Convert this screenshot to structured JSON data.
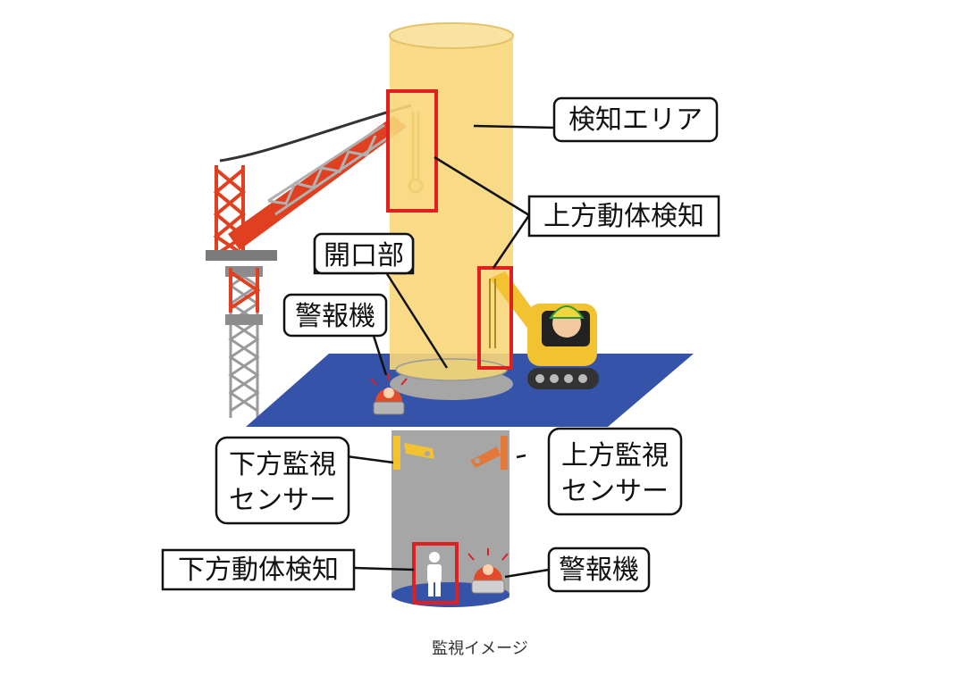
{
  "diagram": {
    "labels": {
      "detection_area": "検知エリア",
      "upper_moving_detect": "上方動体検知",
      "opening": "開口部",
      "alarm_top": "警報機",
      "lower_sensor_l1": "下方監視",
      "lower_sensor_l2": "センサー",
      "upper_sensor_l1": "上方監視",
      "upper_sensor_l2": "センサー",
      "lower_moving_detect": "下方動体検知",
      "alarm_bottom": "警報機"
    },
    "caption": "監視イメージ"
  },
  "colors": {
    "detection_column": "#f7d67a",
    "floor": "#3553a8",
    "shaft": "#a6a6a6",
    "highlight": "#e02020",
    "crane": "#e0401f",
    "lower_sensor": "#f2c230",
    "upper_sensor": "#e2793a"
  }
}
